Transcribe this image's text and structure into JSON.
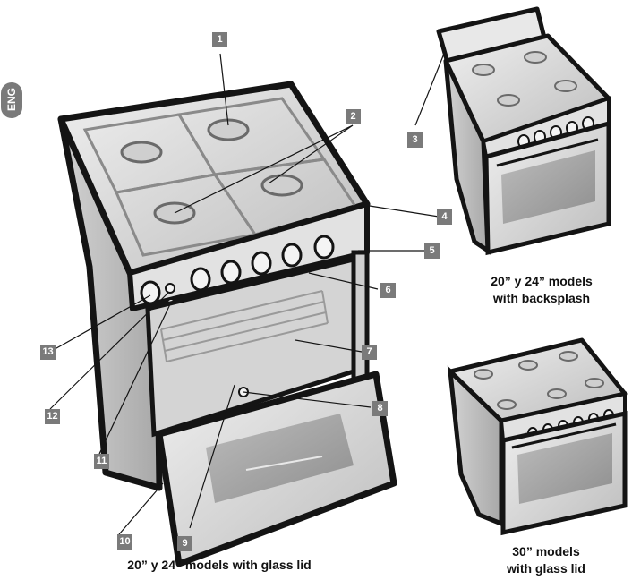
{
  "language_tab": "ENG",
  "callouts": [
    "1",
    "2",
    "3",
    "4",
    "5",
    "6",
    "7",
    "8",
    "9",
    "10",
    "11",
    "12",
    "13"
  ],
  "captions": {
    "main": "20” y 24” models with glass lid",
    "backsplash_line1": "20” y 24” models",
    "backsplash_line2": "with backsplash",
    "wide_line1": "30” models",
    "wide_line2": "with glass lid"
  },
  "colors": {
    "outline": "#141414",
    "steel": "#dcdcdc",
    "steel_dark": "#bdbdbd",
    "callout_bg": "#7a7a7a"
  }
}
